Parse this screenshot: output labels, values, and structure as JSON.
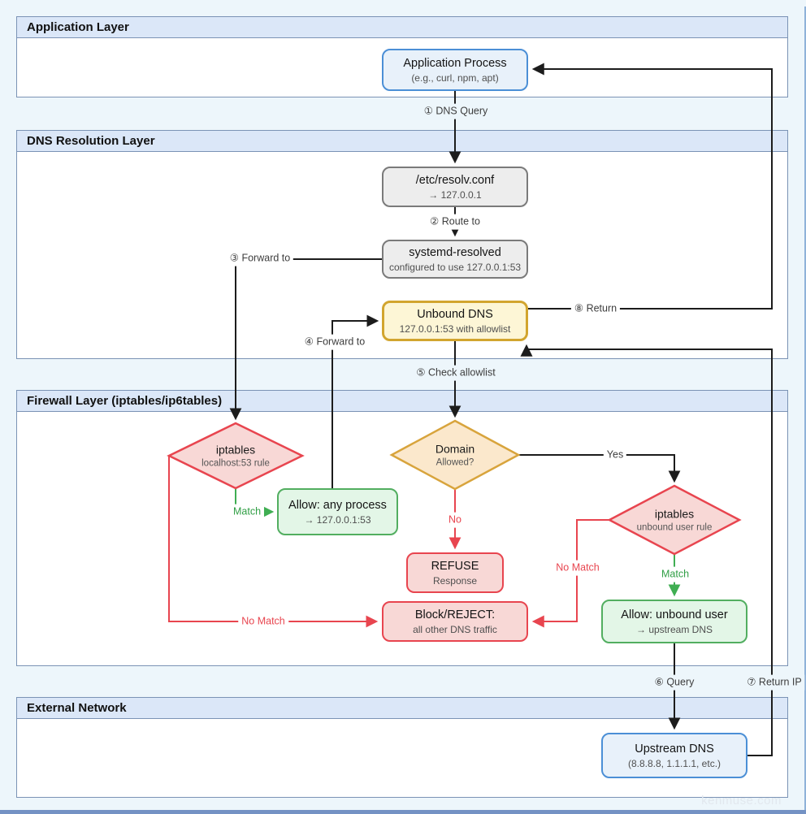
{
  "layers": [
    {
      "title": "Application Layer"
    },
    {
      "title": "DNS Resolution Layer"
    },
    {
      "title": "Firewall Layer (iptables/ip6tables)"
    },
    {
      "title": "External Network"
    }
  ],
  "nodes": {
    "app_process": {
      "title": "Application Process",
      "subtitle": "(e.g., curl, npm, apt)"
    },
    "resolv_conf": {
      "title": "/etc/resolv.conf",
      "subtitle": "→ 127.0.0.1"
    },
    "systemd_resolved": {
      "title": "systemd-resolved",
      "subtitle": "configured to use 127.0.0.1:53"
    },
    "unbound_dns": {
      "title": "Unbound DNS",
      "subtitle": "127.0.0.1:53 with allowlist"
    },
    "iptables_localhost": {
      "title": "iptables",
      "subtitle": "localhost:53 rule"
    },
    "domain_allowed": {
      "title": "Domain",
      "subtitle": "Allowed?"
    },
    "allow_any_process": {
      "title": "Allow: any process",
      "subtitle": "→ 127.0.0.1:53"
    },
    "refuse": {
      "title": "REFUSE",
      "subtitle": "Response"
    },
    "iptables_unbound": {
      "title": "iptables",
      "subtitle": "unbound user rule"
    },
    "allow_unbound_user": {
      "title": "Allow: unbound user",
      "subtitle": "→ upstream DNS"
    },
    "block_reject": {
      "title": "Block/REJECT:",
      "subtitle": "all other DNS traffic"
    },
    "upstream_dns": {
      "title": "Upstream DNS",
      "subtitle": "(8.8.8.8, 1.1.1.1, etc.)"
    }
  },
  "edge_labels": {
    "dns_query": "① DNS Query",
    "route_to": "② Route to",
    "forward_to_3": "③ Forward to",
    "forward_to_4": "④ Forward to",
    "check_allowlist": "⑤ Check allowlist",
    "query": "⑥ Query",
    "return_ip": "⑦ Return IP",
    "return": "⑧ Return",
    "yes": "Yes",
    "no": "No",
    "match_left": "Match",
    "match_right": "Match",
    "no_match_left": "No Match",
    "no_match_right": "No Match"
  },
  "watermark": "kenmuse.com",
  "colors": {
    "page-bg": "#edf6fb",
    "band-border": "#7b93b5",
    "band-header": "#dbe7f8",
    "blue-stroke": "#4b8fd6",
    "blue-fill": "#e8f1fa",
    "gray-stroke": "#7a7a7a",
    "gray-fill": "#ededed",
    "yellow-stroke": "#d2a52f",
    "yellow-fill": "#fdf6d6",
    "green-stroke": "#52ae60",
    "green-fill": "#e3f6e7",
    "green-text": "#2f9e44",
    "red-stroke": "#e8454f",
    "red-fill": "#f8d8d6",
    "orange-stroke": "#d8a43c",
    "orange-fill": "#fbe8cc",
    "line-black": "#1c1c1c"
  }
}
